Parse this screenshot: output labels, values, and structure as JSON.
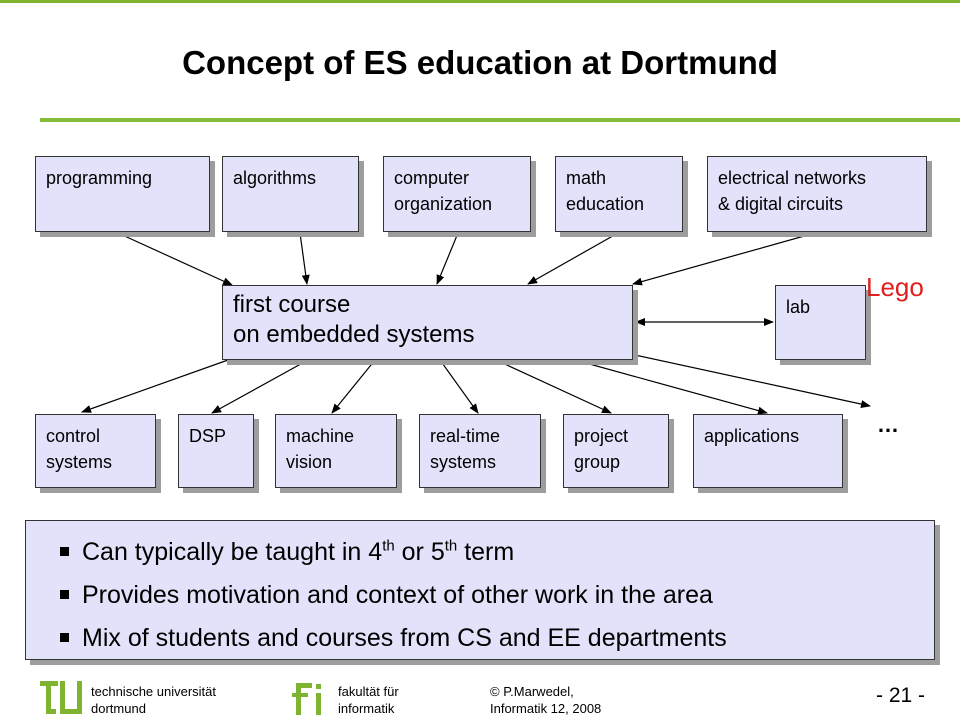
{
  "title": "Concept of ES education at Dortmund",
  "top_boxes": [
    {
      "line1": "programming",
      "line2": ""
    },
    {
      "line1": "algorithms",
      "line2": ""
    },
    {
      "line1": "computer",
      "line2": "organization"
    },
    {
      "line1": "math",
      "line2": "education"
    },
    {
      "line1": "electrical networks",
      "line2": "& digital circuits"
    }
  ],
  "center": {
    "line1": "first course",
    "line2": "on embedded  systems"
  },
  "lab": "lab",
  "lego": "Lego",
  "bottom_boxes": [
    {
      "line1": "control",
      "line2": "systems"
    },
    {
      "line1": "DSP",
      "line2": ""
    },
    {
      "line1": "machine",
      "line2": "vision"
    },
    {
      "line1": "real-time",
      "line2": "systems"
    },
    {
      "line1": "project",
      "line2": "group"
    },
    {
      "line1": "applications",
      "line2": ""
    }
  ],
  "ellipsis": "…",
  "bullets": [
    {
      "pre": "Can typically be taught in 4",
      "sup1": "th",
      "mid": " or 5",
      "sup2": "th",
      "post": " term"
    },
    {
      "pre": "Provides motivation and context of other work in the area",
      "sup1": "",
      "mid": "",
      "sup2": "",
      "post": ""
    },
    {
      "pre": "Mix of students and courses from CS and EE departments",
      "sup1": "",
      "mid": "",
      "sup2": "",
      "post": ""
    }
  ],
  "footer": {
    "uni_line1": "technische universität",
    "uni_line2": "dortmund",
    "fak_line1": "fakultät für",
    "fak_line2": "informatik",
    "author_line1": "© P.Marwedel,",
    "author_line2": "Informatik 12,  2008",
    "page": "- 21 -"
  },
  "colors": {
    "accent_green": "#86bc3b",
    "box_fill": "#e2e2fa",
    "lego_red": "#e02020",
    "logo_gray": "#808080"
  }
}
